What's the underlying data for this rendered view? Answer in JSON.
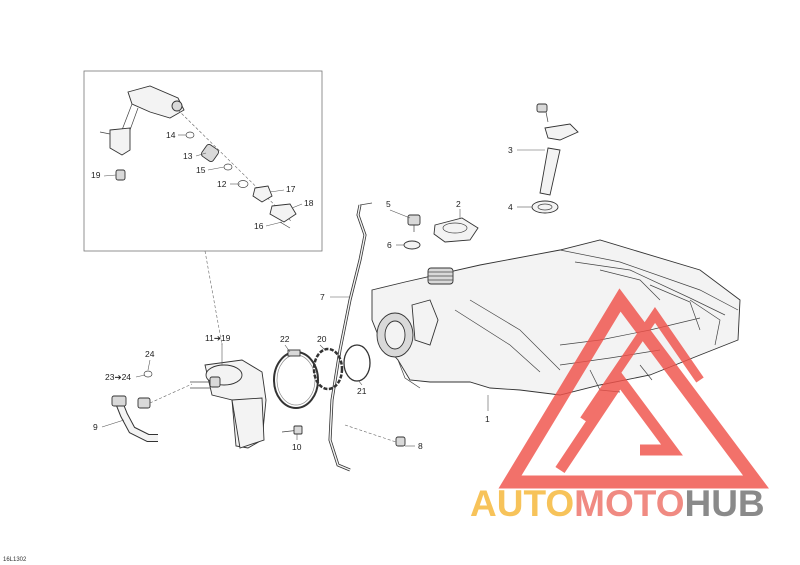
{
  "diagram": {
    "drawing_code": "16L1302",
    "callouts": [
      {
        "id": "c1",
        "text": "1"
      },
      {
        "id": "c2",
        "text": "2"
      },
      {
        "id": "c3",
        "text": "3"
      },
      {
        "id": "c4",
        "text": "4"
      },
      {
        "id": "c5",
        "text": "5"
      },
      {
        "id": "c6",
        "text": "6"
      },
      {
        "id": "c7",
        "text": "7"
      },
      {
        "id": "c8",
        "text": "8"
      },
      {
        "id": "c9",
        "text": "9"
      },
      {
        "id": "c10",
        "text": "10"
      },
      {
        "id": "c11",
        "text": "11➔19"
      },
      {
        "id": "c12",
        "text": "12"
      },
      {
        "id": "c13",
        "text": "13"
      },
      {
        "id": "c14",
        "text": "14"
      },
      {
        "id": "c15",
        "text": "15"
      },
      {
        "id": "c16",
        "text": "16"
      },
      {
        "id": "c17",
        "text": "17"
      },
      {
        "id": "c18",
        "text": "18"
      },
      {
        "id": "c19",
        "text": "19"
      },
      {
        "id": "c20",
        "text": "20"
      },
      {
        "id": "c21",
        "text": "21"
      },
      {
        "id": "c22",
        "text": "22"
      },
      {
        "id": "c23",
        "text": "23➔24"
      },
      {
        "id": "c24",
        "text": "24"
      }
    ]
  },
  "watermark": {
    "word_part_1": "AUTO",
    "word_part_2": "MOTO",
    "word_part_3": "HUB",
    "color_1": "#f7c35a",
    "color_2": "#f08a82",
    "color_3": "#8a8a8a",
    "logo_color": "#f0524a"
  }
}
